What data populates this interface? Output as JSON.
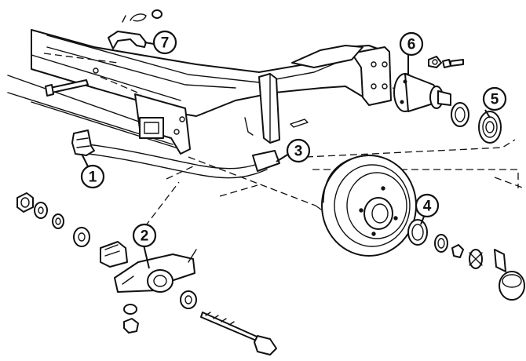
{
  "callouts": [
    {
      "id": "c1",
      "label": "1",
      "part": "stabilizer-bar-bushing"
    },
    {
      "id": "c2",
      "label": "2",
      "part": "stabilizer-link-bracket"
    },
    {
      "id": "c3",
      "label": "3",
      "part": "stabilizer-bar-clamp"
    },
    {
      "id": "c4",
      "label": "4",
      "part": "outer-wheel-bearing"
    },
    {
      "id": "c5",
      "label": "5",
      "part": "inner-wheel-bearing"
    },
    {
      "id": "c6",
      "label": "6",
      "part": "spindle"
    },
    {
      "id": "c7",
      "label": "7",
      "part": "brake-hose-clip"
    }
  ]
}
